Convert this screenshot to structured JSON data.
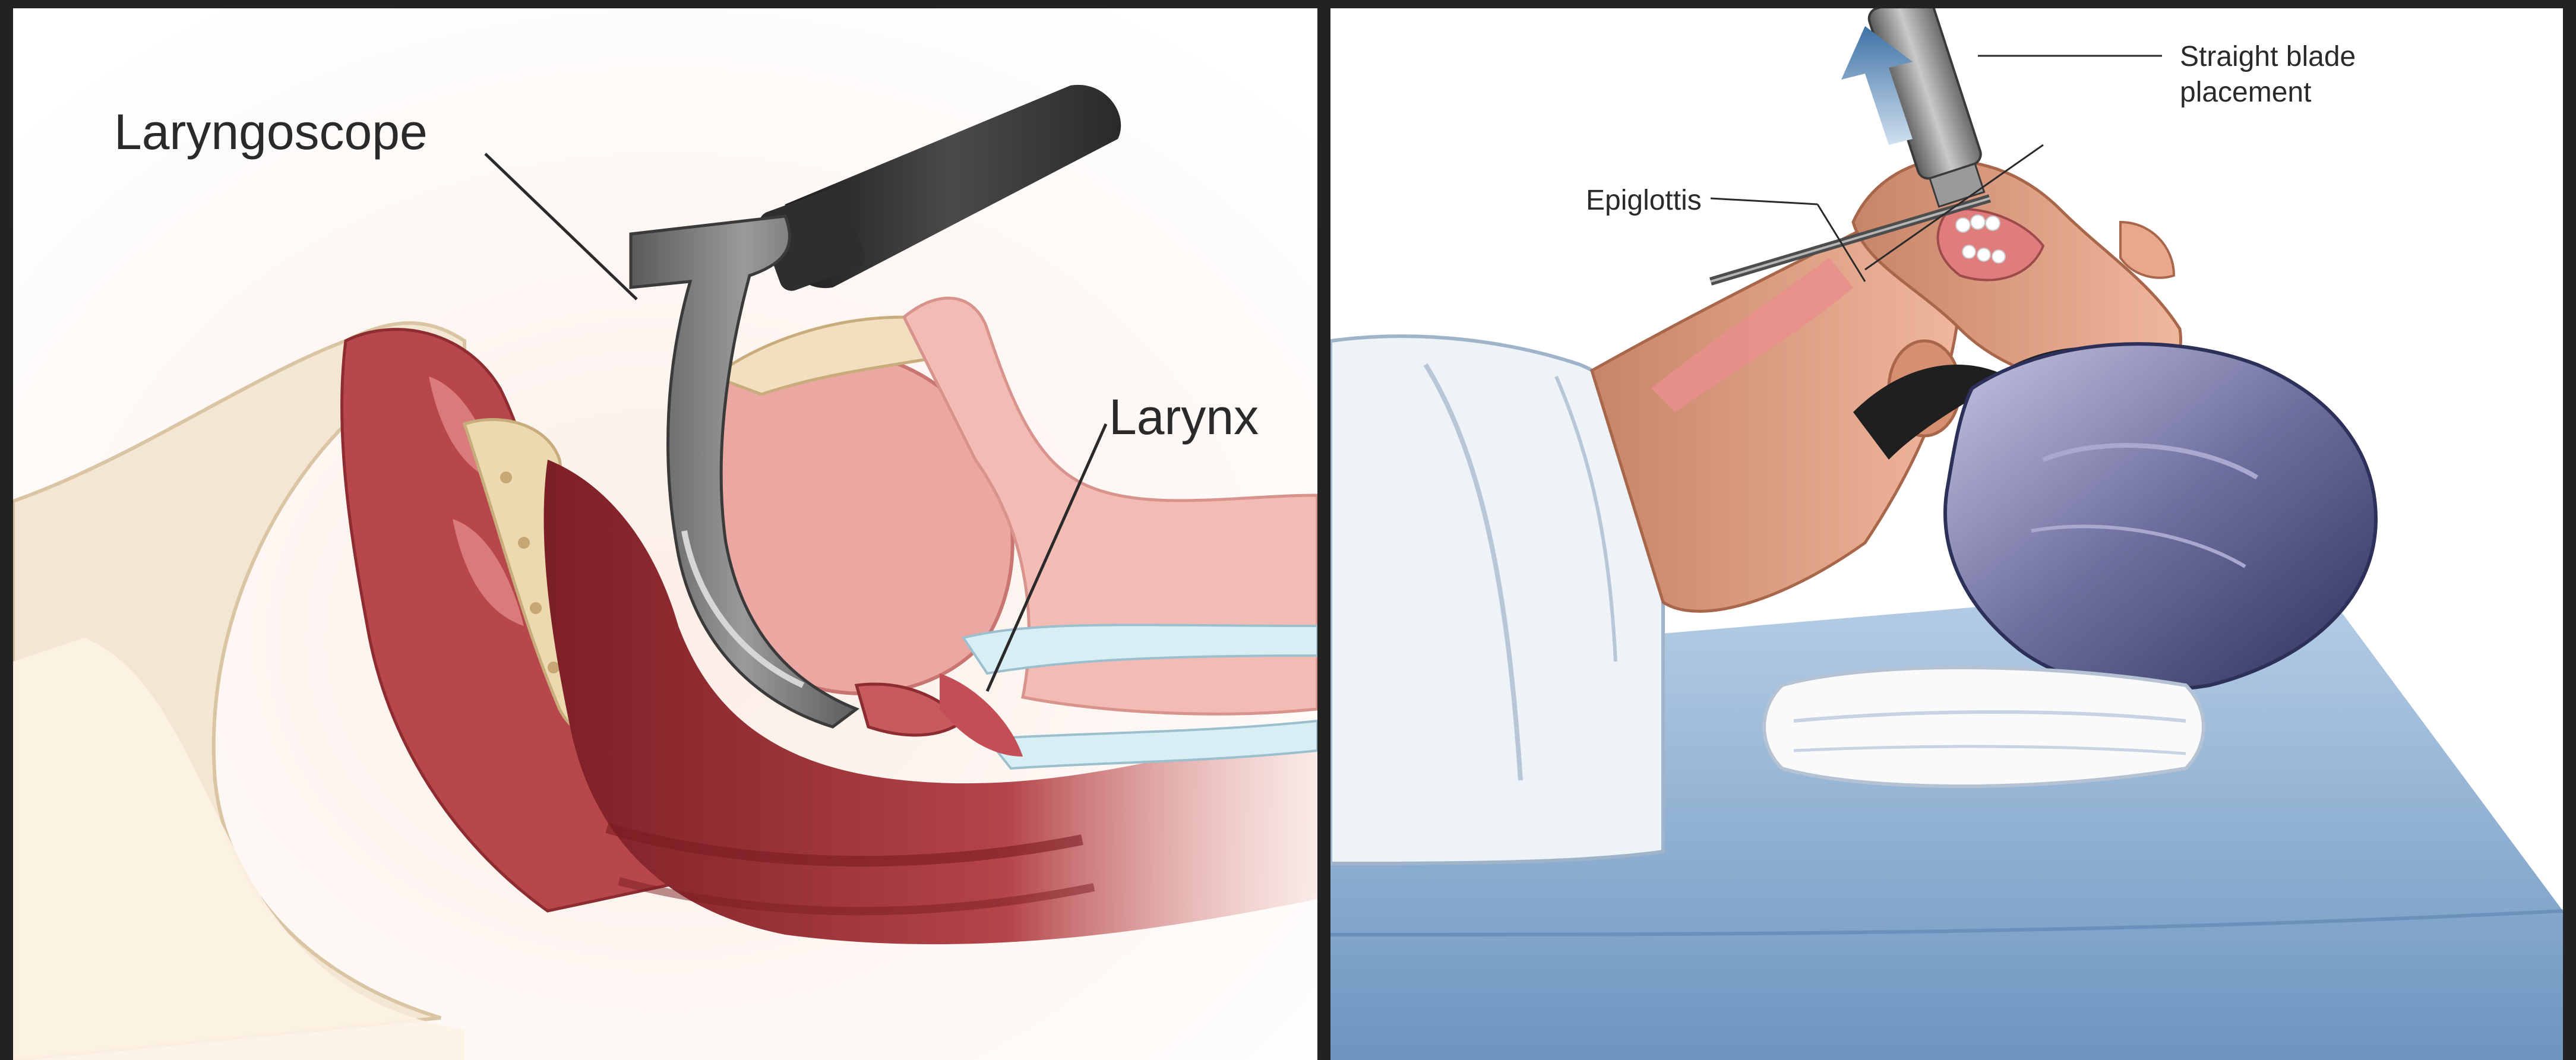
{
  "left_figure": {
    "labels": {
      "laryngoscope": "Laryngoscope",
      "larynx": "Larynx"
    }
  },
  "right_figure": {
    "labels": {
      "straight_blade_line1": "Straight blade",
      "straight_blade_line2": "placement",
      "epiglottis": "Epiglottis"
    }
  },
  "colors": {
    "background": "#222222",
    "tissue_dark": "#a9383e",
    "tissue_light": "#eea9a6",
    "bone": "#f1dfc0",
    "instrument": "#6d6d6d",
    "sheet": "#8fb4d8",
    "cap": "#4a4f7a"
  }
}
